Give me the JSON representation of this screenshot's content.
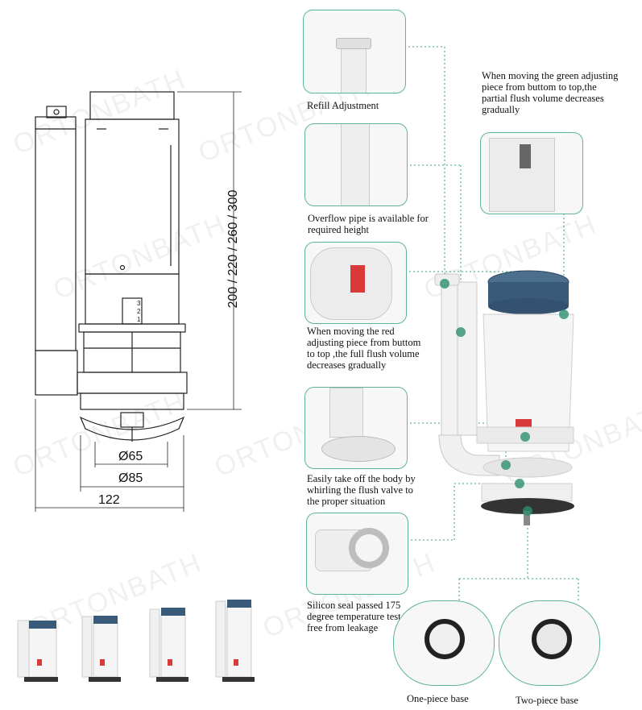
{
  "watermark": "ORTONBATH",
  "colors": {
    "accent": "#5fb39b",
    "dot": "#2c8f6f",
    "cap_blue": "#3a5a7a",
    "red": "#d83a3a"
  },
  "drawing": {
    "height_label": "200 / 220 / 260 / 300",
    "d65": "Ø65",
    "d85": "Ø85",
    "width_label": "122",
    "scale_ticks": [
      "3",
      "2",
      "1"
    ]
  },
  "callouts": {
    "refill": "Refill Adjustment",
    "green": "When moving the green adjusting piece from buttom to top,the partial flush volume decreases gradually",
    "overflow": "Overflow pipe is available for required height",
    "red": "When moving the red adjusting piece from buttom to top ,the full flush volume decreases gradually",
    "body": "Easily take off the body by whirling the flush valve to the proper situation",
    "seal": "Silicon seal passed 175 degree temperature test, free from leakage",
    "one_piece": "One-piece base",
    "two_piece": "Two-piece base"
  }
}
